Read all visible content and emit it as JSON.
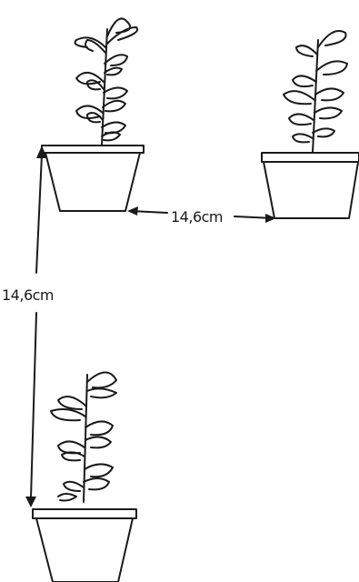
{
  "diagram": {
    "horizontal_spacing_label": "14,6cm",
    "vertical_spacing_label": "14,6cm"
  },
  "elements": {
    "plant_pots": 3,
    "arrows": [
      "horizontal",
      "vertical"
    ]
  }
}
